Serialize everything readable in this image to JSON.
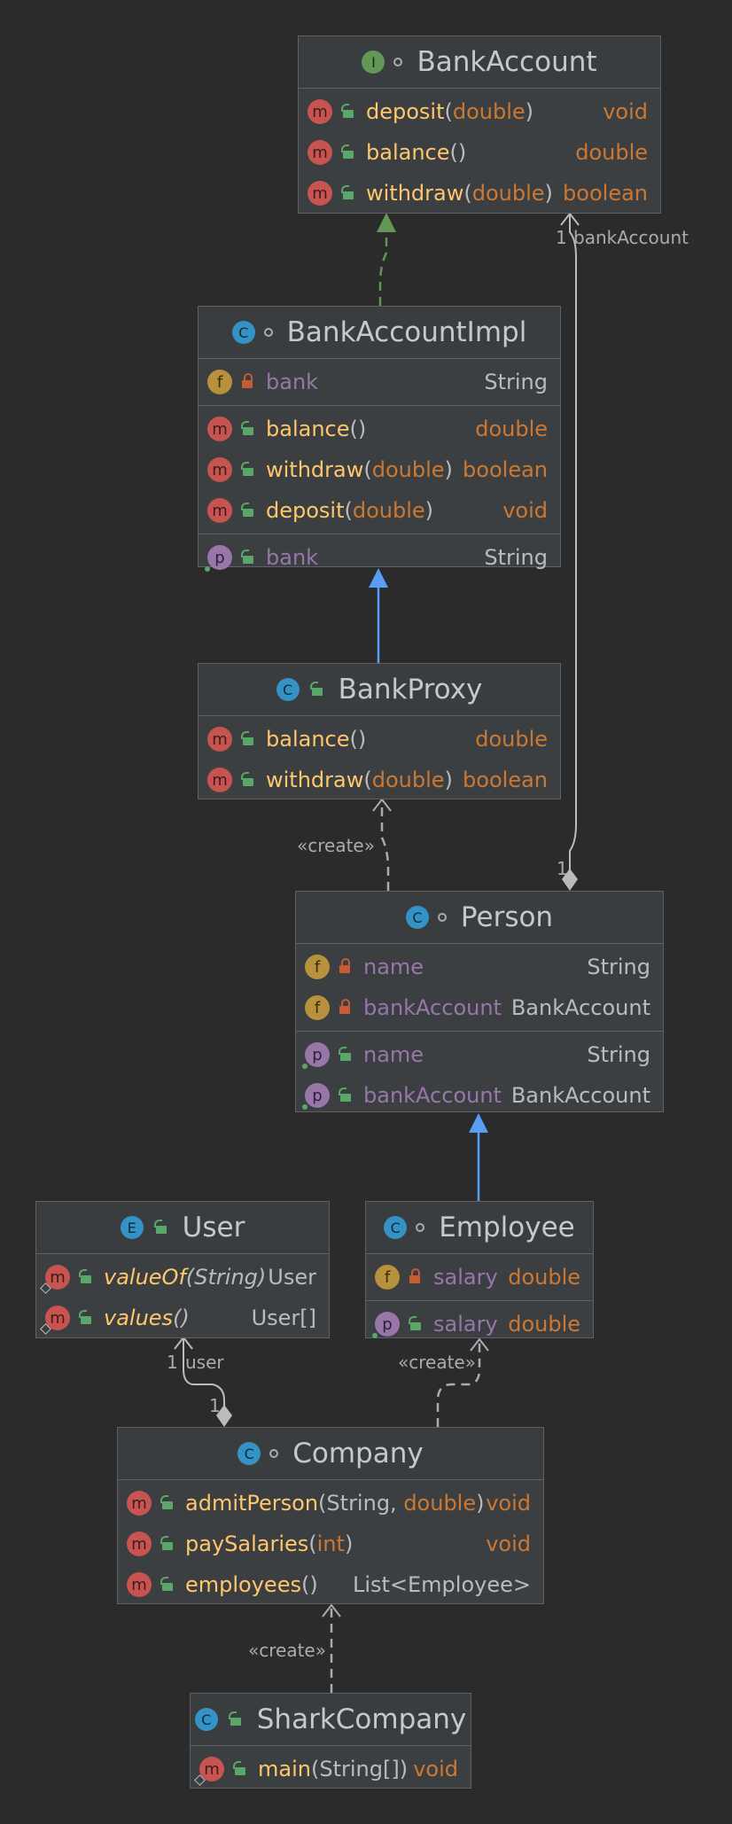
{
  "classes": {
    "bankAccount": {
      "kind_badge": "I",
      "name": "BankAccount",
      "methods": [
        {
          "name": "deposit",
          "params": [
            "double"
          ],
          "type": "void"
        },
        {
          "name": "balance",
          "params": [],
          "type": "double"
        },
        {
          "name": "withdraw",
          "params": [
            "double"
          ],
          "type": "boolean"
        }
      ]
    },
    "bankAccountImpl": {
      "kind_badge": "C",
      "name": "BankAccountImpl",
      "fields": [
        {
          "badge": "f",
          "name": "bank",
          "type": "String"
        }
      ],
      "methods": [
        {
          "name": "balance",
          "params": [],
          "type": "double"
        },
        {
          "name": "withdraw",
          "params": [
            "double"
          ],
          "type": "boolean"
        },
        {
          "name": "deposit",
          "params": [
            "double"
          ],
          "type": "void"
        }
      ],
      "properties": [
        {
          "badge": "p",
          "name": "bank",
          "type": "String"
        }
      ]
    },
    "bankProxy": {
      "kind_badge": "C",
      "name": "BankProxy",
      "methods": [
        {
          "name": "balance",
          "params": [],
          "type": "double"
        },
        {
          "name": "withdraw",
          "params": [
            "double"
          ],
          "type": "boolean"
        }
      ]
    },
    "person": {
      "kind_badge": "C",
      "name": "Person",
      "fields": [
        {
          "badge": "f",
          "name": "name",
          "type": "String"
        },
        {
          "badge": "f",
          "name": "bankAccount",
          "type": "BankAccount"
        }
      ],
      "properties": [
        {
          "badge": "p",
          "name": "name",
          "type": "String"
        },
        {
          "badge": "p",
          "name": "bankAccount",
          "type": "BankAccount"
        }
      ]
    },
    "user": {
      "kind_badge": "E",
      "name": "User",
      "methods": [
        {
          "name": "valueOf",
          "params": [
            "String"
          ],
          "type": "User"
        },
        {
          "name": "values",
          "params": [],
          "type": "User[]"
        }
      ]
    },
    "employee": {
      "kind_badge": "C",
      "name": "Employee",
      "fields": [
        {
          "badge": "f",
          "name": "salary",
          "type": "double"
        }
      ],
      "properties": [
        {
          "badge": "p",
          "name": "salary",
          "type": "double"
        }
      ]
    },
    "company": {
      "kind_badge": "C",
      "name": "Company",
      "methods": [
        {
          "name": "admitPerson",
          "params": [
            "String",
            "double"
          ],
          "type": "void"
        },
        {
          "name": "paySalaries",
          "params": [
            "int"
          ],
          "type": "void"
        },
        {
          "name": "employees",
          "params": [],
          "type": "List<Employee>"
        }
      ]
    },
    "sharkCompany": {
      "kind_badge": "C",
      "name": "SharkCompany",
      "methods": [
        {
          "name": "main",
          "params": [
            "String[]"
          ],
          "type": "void"
        }
      ]
    }
  },
  "edges": {
    "create_proxy": "«create»",
    "create_employee": "«create»",
    "create_company": "«create»",
    "bank_account_mult": "1",
    "bank_account_role": "bankAccount",
    "person_mult": "1",
    "user_mult": "1",
    "user_role": "user",
    "company_user_mult": "1"
  },
  "colors": {
    "background": "#2b2b2b",
    "box": "#3c3f41",
    "method": "#ffc66d",
    "field": "#9876aa",
    "keyword_type": "#cc7832",
    "realization": "#629755",
    "inheritance": "#589df6",
    "dependency": "#a9acaf"
  }
}
